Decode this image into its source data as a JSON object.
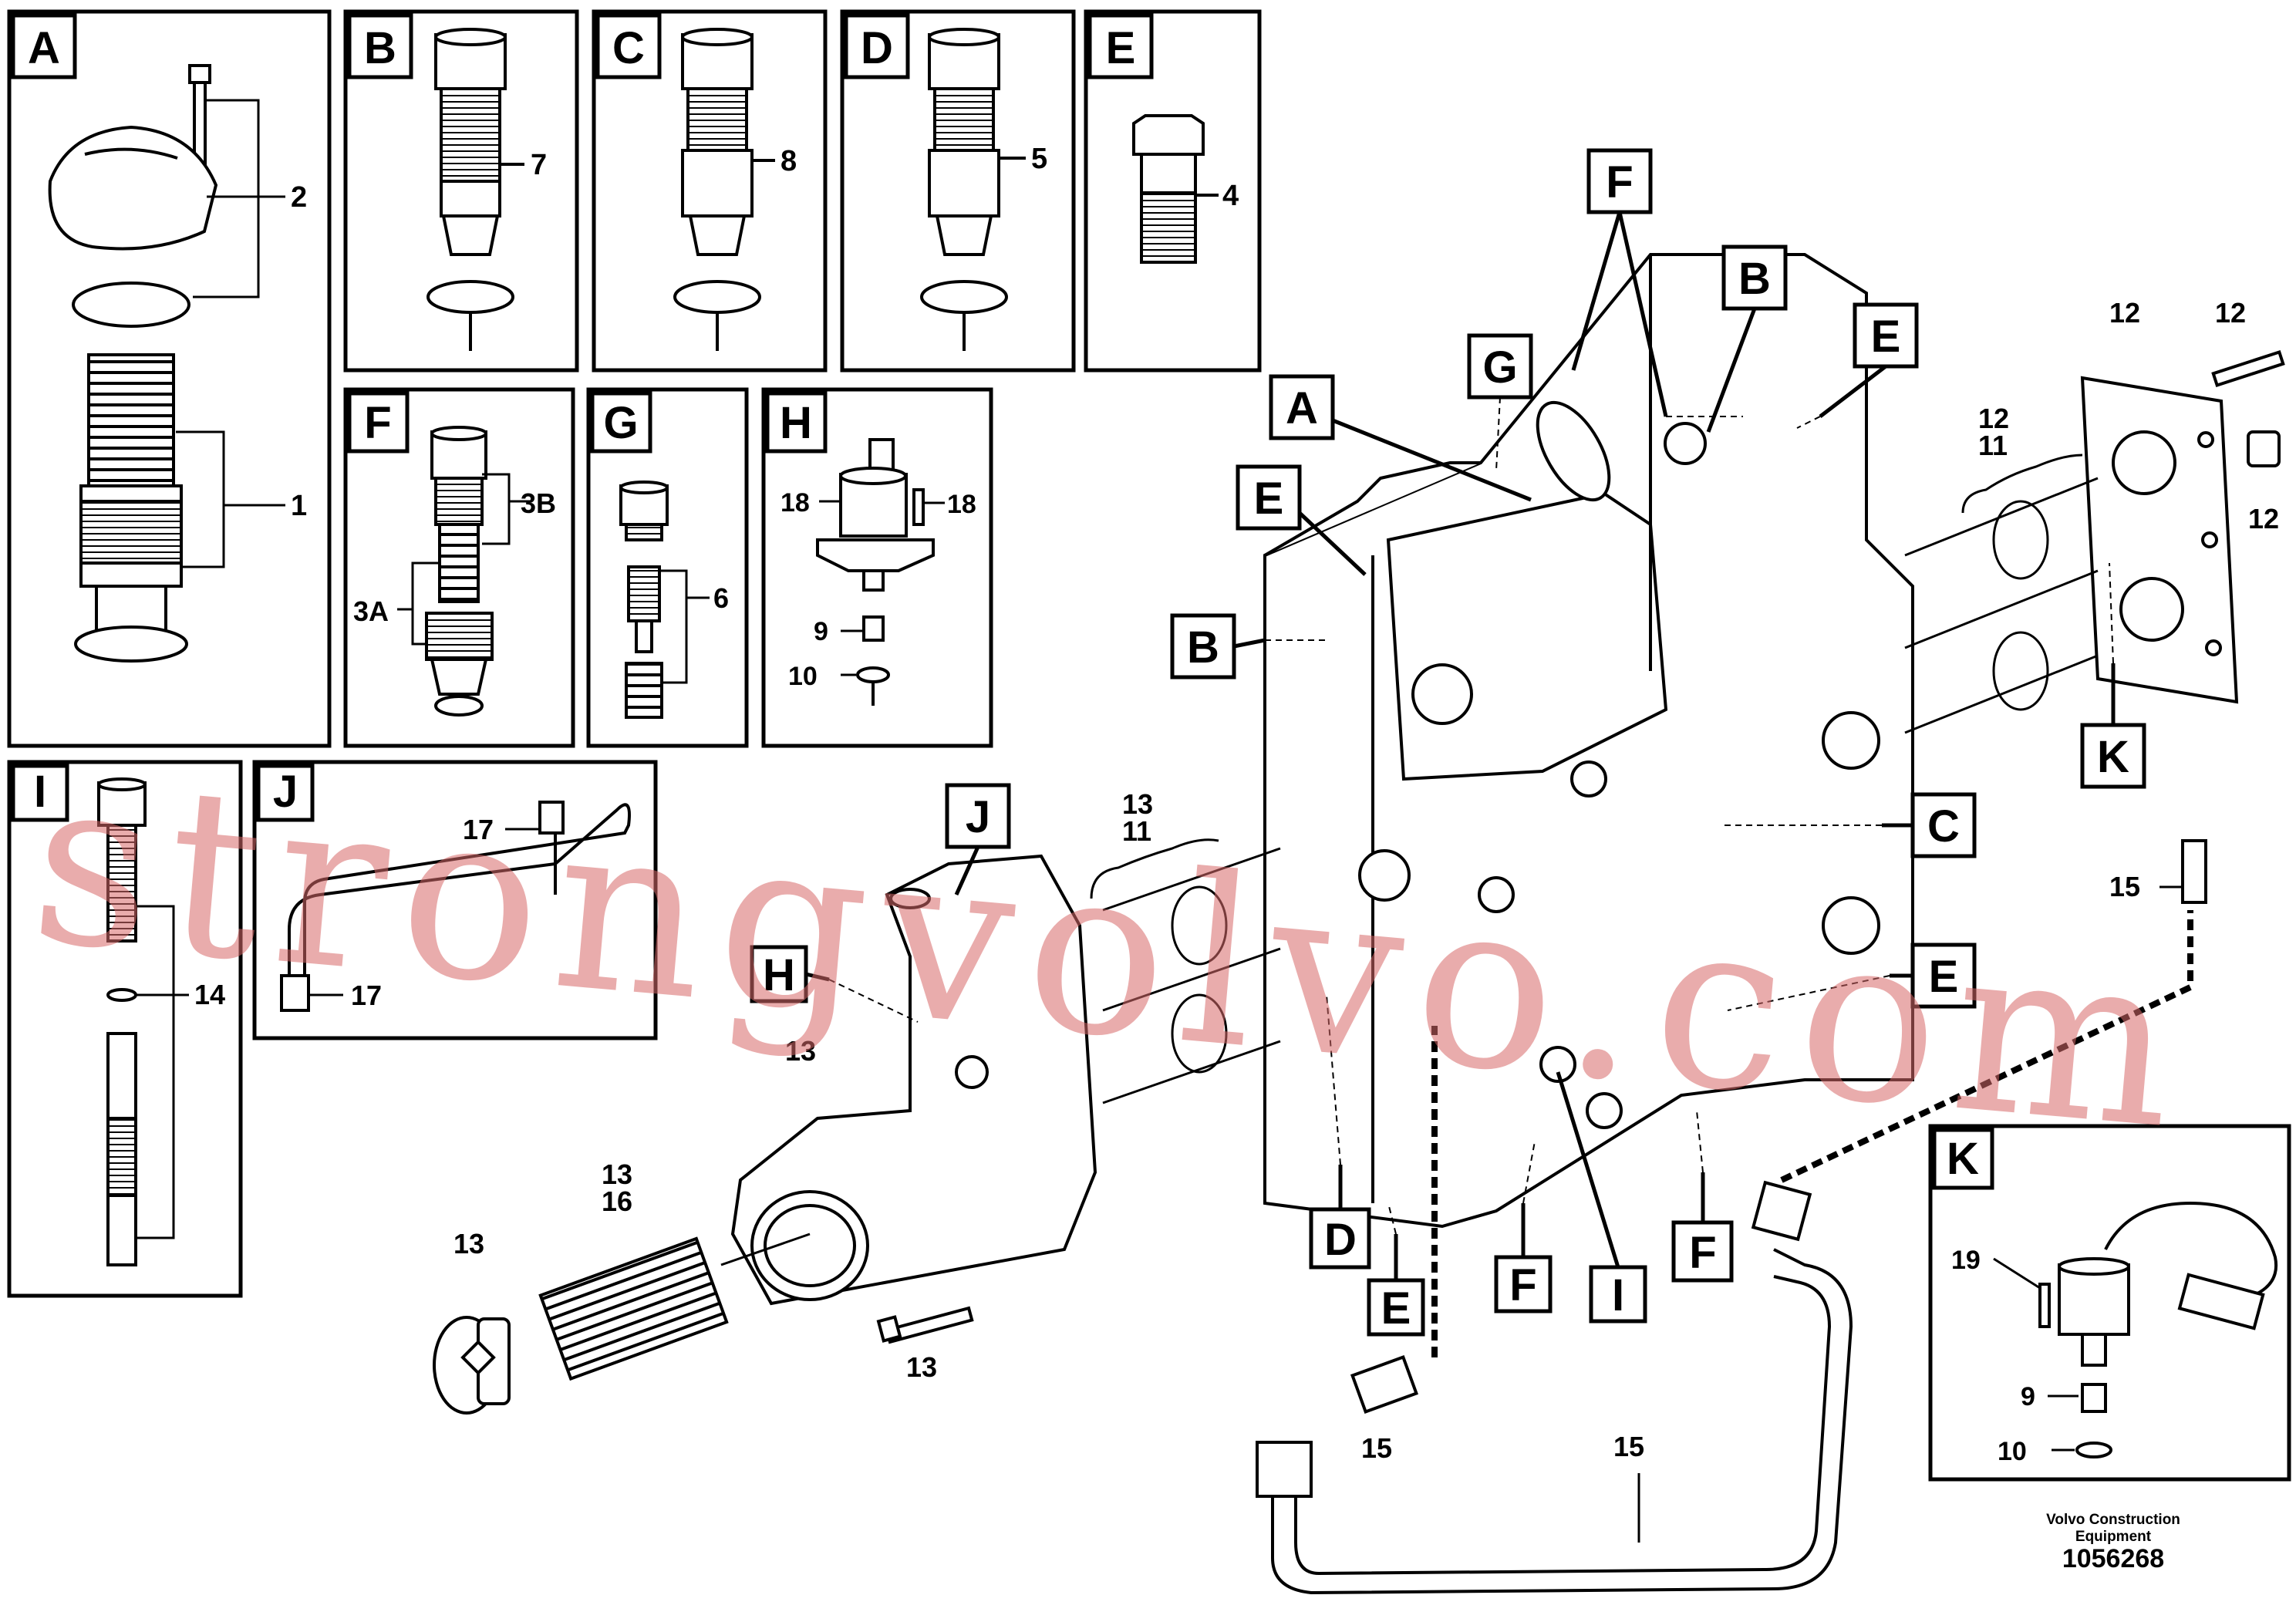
{
  "panels": {
    "A": "A",
    "B": "B",
    "C": "C",
    "D": "D",
    "E": "E",
    "F": "F",
    "G": "G",
    "H": "H",
    "I": "I",
    "J": "J",
    "K": "K"
  },
  "part_labels": {
    "p1": "1",
    "p2": "2",
    "p3A": "3A",
    "p3B": "3B",
    "p4": "4",
    "p5": "5",
    "p6": "6",
    "p7": "7",
    "p8": "8",
    "p9": "9",
    "p10": "10",
    "p11": "11",
    "p12": "12",
    "p13": "13",
    "p14": "14",
    "p15": "15",
    "p16": "16",
    "p17": "17",
    "p18": "18",
    "p19": "19"
  },
  "watermark": "strongvolvo.com",
  "footer": {
    "line1": "Volvo Construction",
    "line2": "Equipment",
    "number": "1056268"
  }
}
